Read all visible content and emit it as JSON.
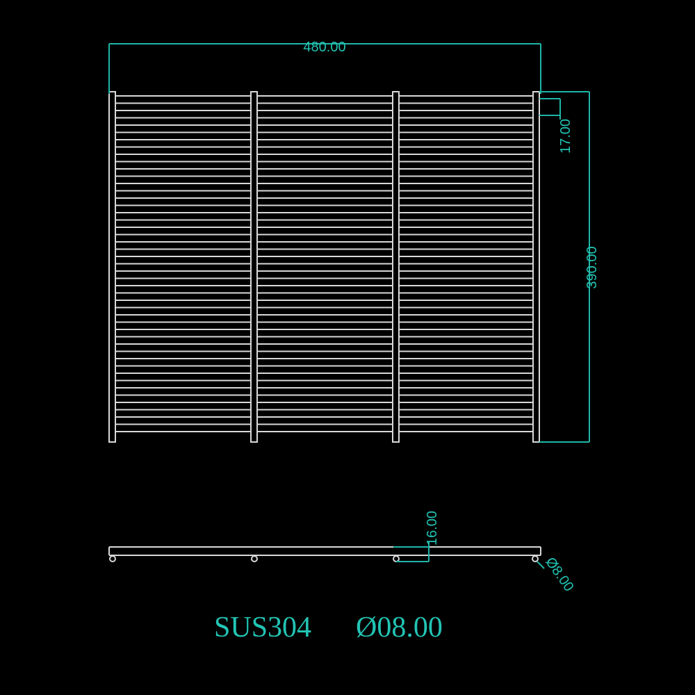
{
  "drawing": {
    "dimensions": {
      "overall_width": "480.00",
      "overall_height": "390.00",
      "bar_pitch": "17.00",
      "frame_height": "16.00",
      "wire_diameter": "Ø8.00"
    },
    "note": {
      "material": "SUS304",
      "diameter": "Ø08.00"
    },
    "support_rod_count": 4,
    "colors": {
      "background": "#000000",
      "part_lines": "#d8d8d8",
      "dimension_lines": "#1fb5a8"
    }
  }
}
